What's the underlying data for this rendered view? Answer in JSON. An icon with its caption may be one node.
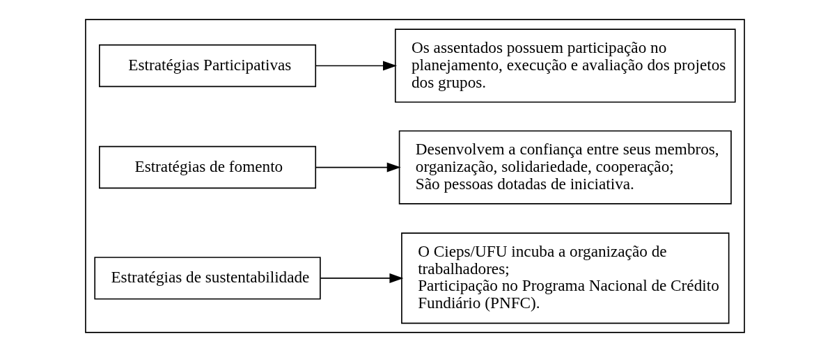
{
  "diagram": {
    "nodes": [
      {
        "text": [],
        "shape": "box"
      },
      {
        "text": [
          "Estratégias Participativas"
        ],
        "in": 0
      },
      {
        "text": [
          "Os assentados possuem participação no planejamento, execução e avaliação dos projetos dos grupos."
        ],
        "in": 0
      },
      {
        "text": [
          "Estratégias de fomento"
        ],
        "in": 0
      },
      {
        "text": [
          "Desenvolvem a confiança entre seus membros, organização, solidariedade, cooperação;",
          "São pessoas dotadas de iniciativa."
        ],
        "in": 0
      },
      {
        "text": [
          "Estratégias de sustentabilidade"
        ],
        "in": 0
      },
      {
        "text": [
          "O Cieps/UFU incuba a organização de trabalhadores;",
          "Participação no Programa Nacional de Crédito Fundiário (PNFC)."
        ],
        "in": 0
      }
    ],
    "edges": [
      {
        "from": 1,
        "to": 2,
        "arrow": "to"
      },
      {
        "from": 3,
        "to": 4,
        "arrow": "to"
      },
      {
        "from": 5,
        "to": 6,
        "arrow": "to"
      }
    ]
  }
}
